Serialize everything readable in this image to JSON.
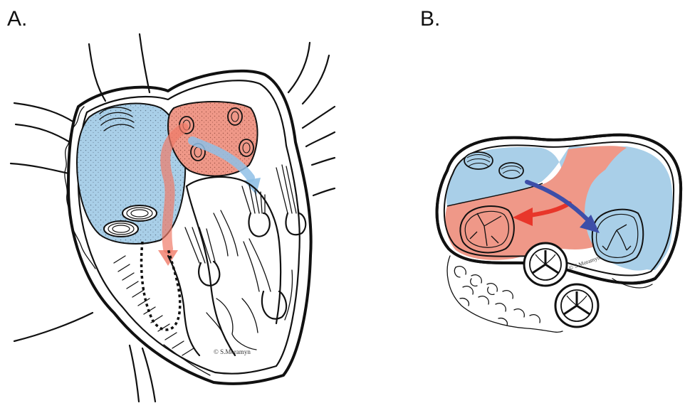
{
  "panels": {
    "a": {
      "label": "A."
    },
    "b": {
      "label": "B."
    }
  },
  "colors": {
    "left_atrium_blue": "#a9cfe8",
    "right_atrium_red": "#ef9888",
    "arrow_red": "#e8362a",
    "arrow_blue": "#3d4ea8",
    "ink": "#111111"
  },
  "signatures": {
    "a": "© S.Moramyn",
    "b": "© S.Moramyn"
  }
}
